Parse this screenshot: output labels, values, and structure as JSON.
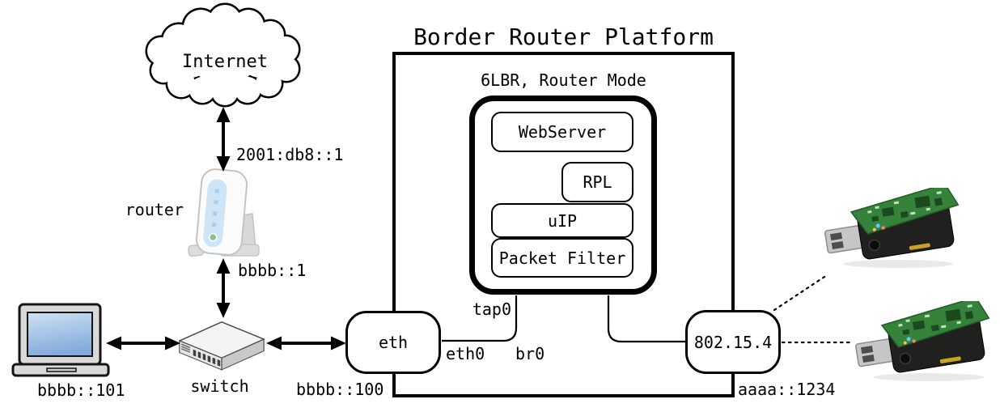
{
  "title": "Border Router Platform",
  "subtitle": "6LBR, Router Mode",
  "nodes": {
    "internet": "Internet",
    "webserver": "WebServer",
    "rpl": "RPL",
    "uip": "uIP",
    "packet_filter": "Packet Filter",
    "eth": "eth",
    "radio": "802.15.4"
  },
  "device_labels": {
    "router": "router",
    "switch": "switch"
  },
  "addresses": {
    "wan": "2001:db8::1",
    "router_lan": "bbbb::1",
    "laptop": "bbbb::101",
    "eth": "bbbb::100",
    "radio": "aaaa::1234"
  },
  "interfaces": {
    "tap0": "tap0",
    "eth0": "eth0",
    "br0": "br0"
  },
  "icons": {
    "cloud": "internet-cloud-icon",
    "router": "home-router-device-icon",
    "switch": "ethernet-switch-device-icon",
    "laptop": "laptop-computer-icon",
    "dongle_top": "usb-radio-dongle-icon",
    "dongle_bottom": "usb-radio-dongle-icon"
  },
  "colors": {
    "line": "#000000",
    "background": "#ffffff",
    "laptop_screen_top": "#cfe2f4",
    "laptop_screen_bottom": "#83abdb",
    "router_led_panel": "#cde5f7",
    "pcb_green": "#35823a",
    "dongle_body": "#20201e",
    "usb_plug": "#c6c6c6"
  }
}
